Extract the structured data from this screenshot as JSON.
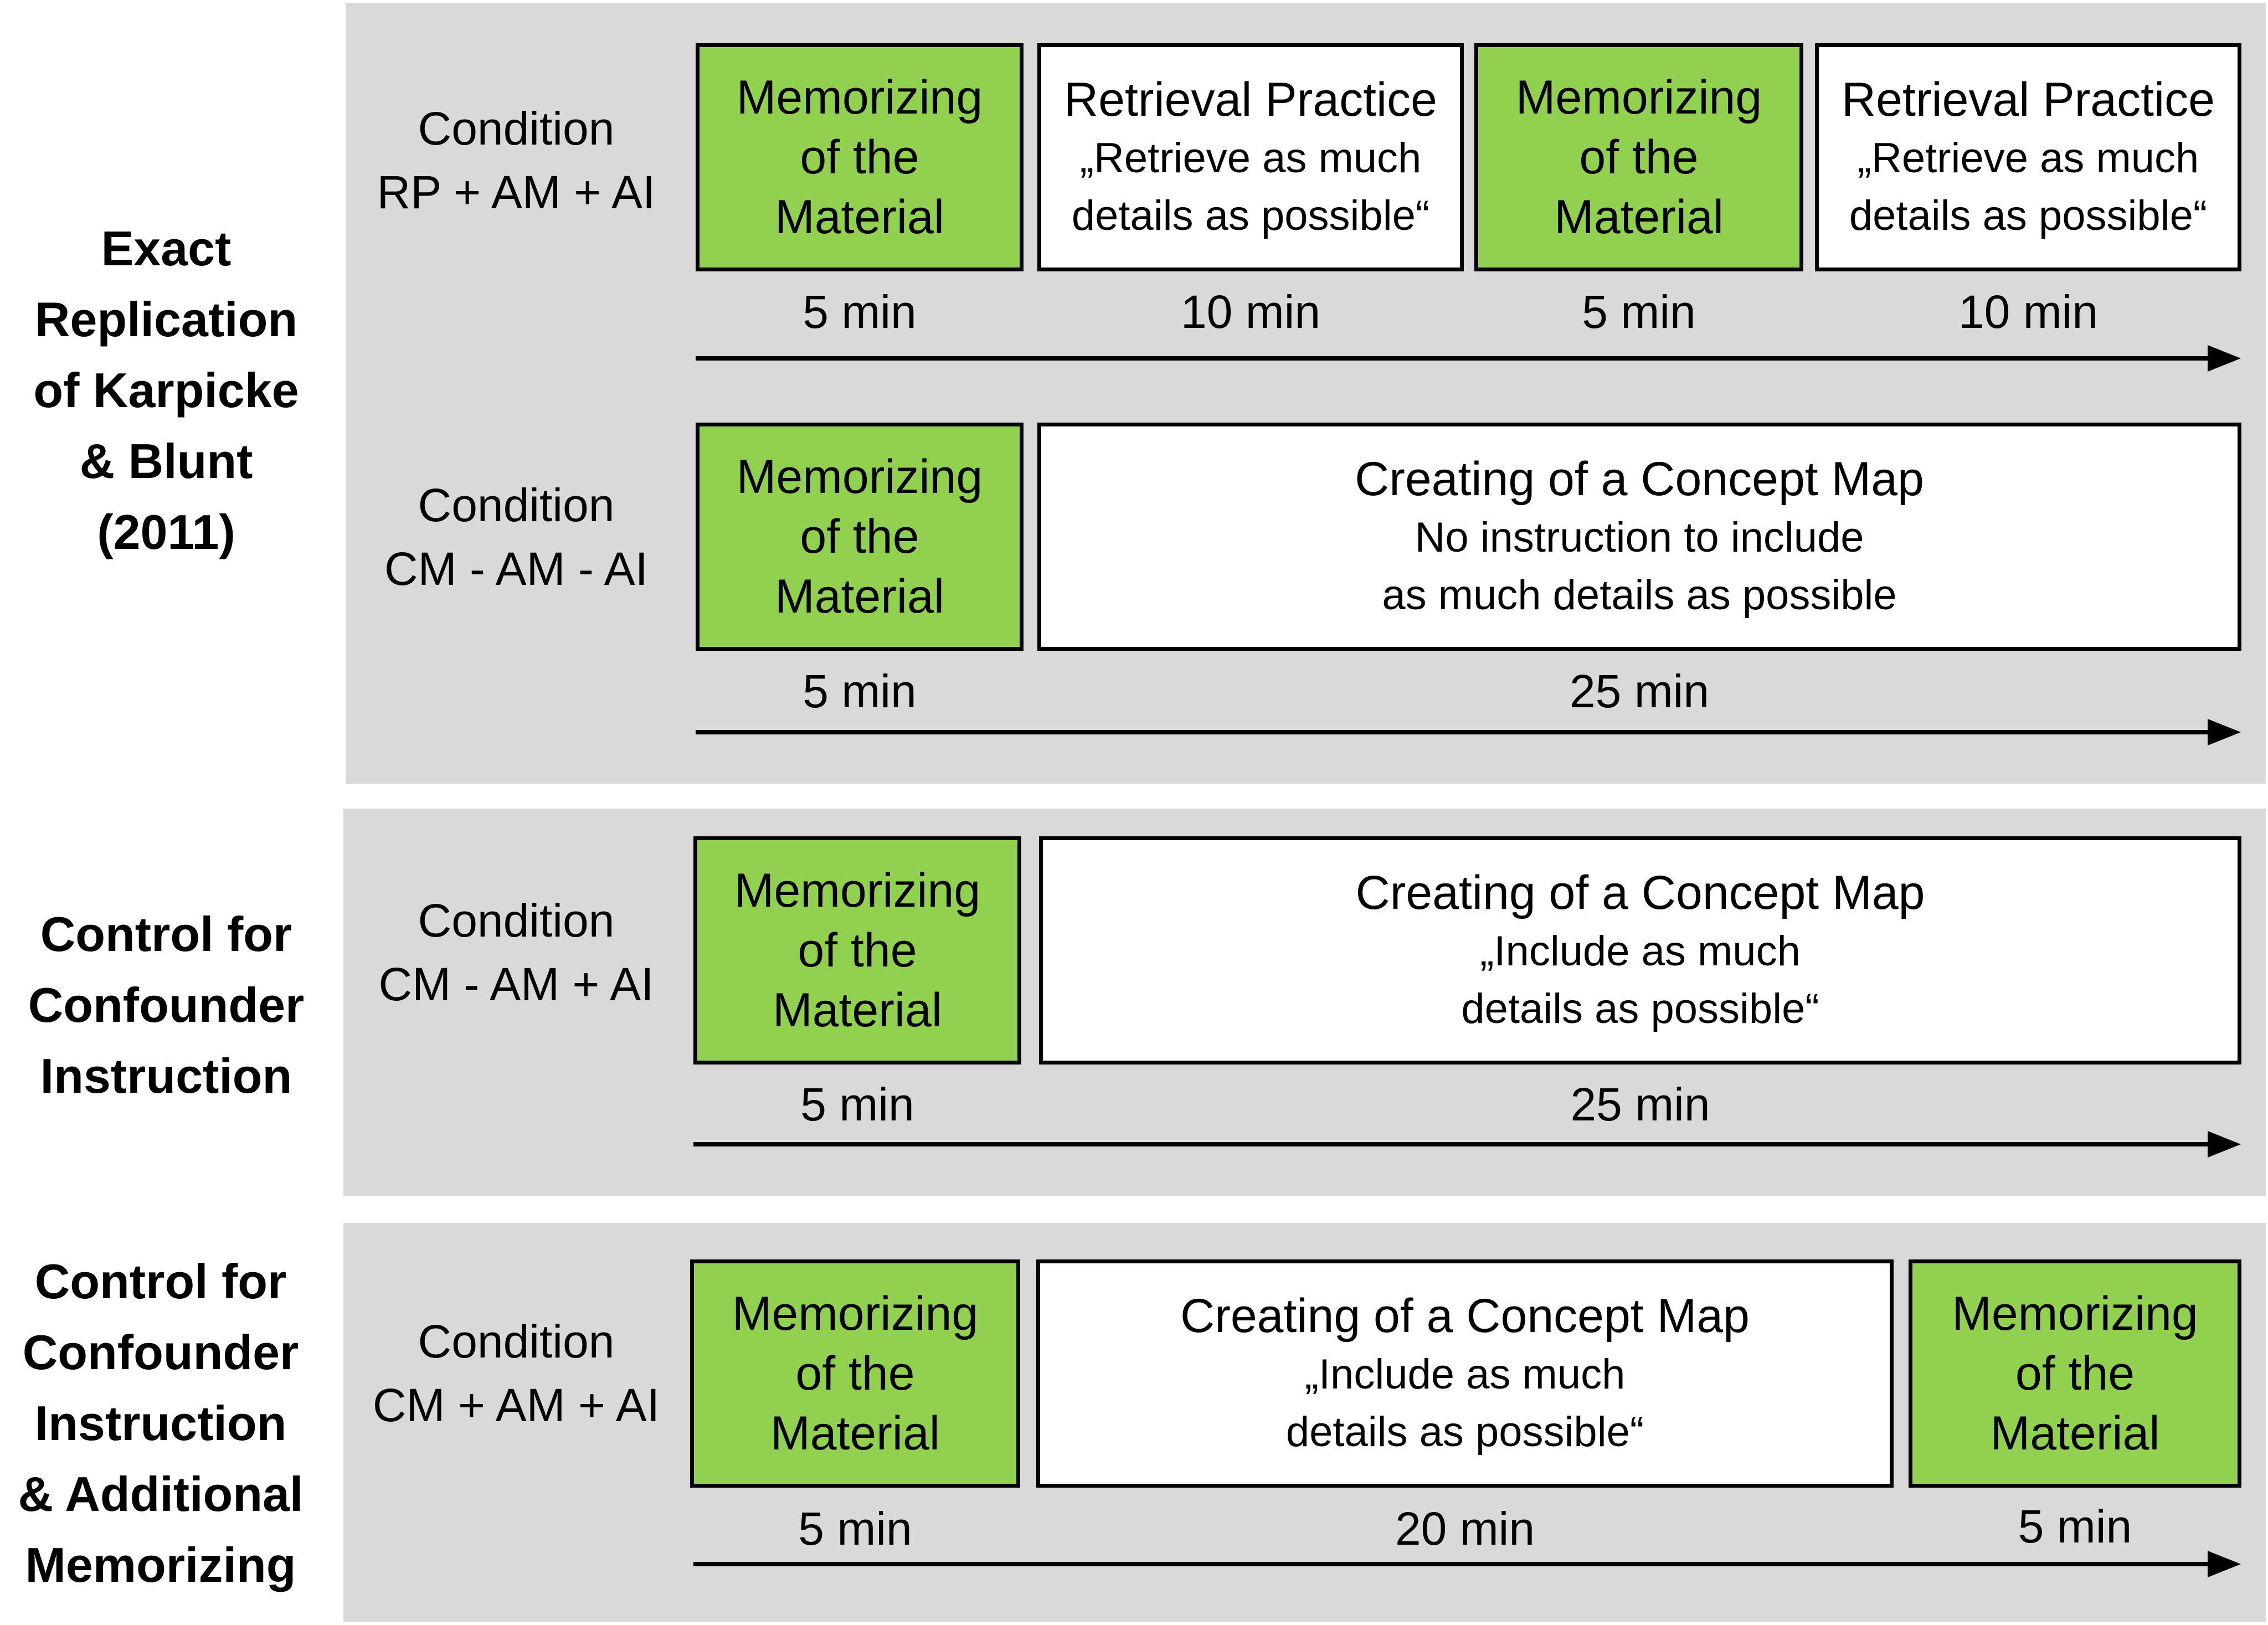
{
  "colors": {
    "panel": "#d9d9d9",
    "memorize_fill": "#92d050",
    "white_fill": "#ffffff",
    "border": "#000000"
  },
  "groups": [
    {
      "label_lines": [
        "Exact",
        "Replication",
        "of Karpicke",
        "& Blunt",
        "(2011)"
      ]
    },
    {
      "label_lines": [
        "Control for",
        "Confounder",
        "Instruction"
      ]
    },
    {
      "label_lines": [
        "Control for",
        "Confounder",
        "Instruction",
        "& Additional",
        "Memorizing"
      ]
    }
  ],
  "conditions": [
    {
      "label_lines": [
        "Condition",
        "RP + AM + AI"
      ],
      "steps": [
        {
          "kind": "memorize",
          "lines": [
            "Memorizing",
            "of the",
            "Material"
          ],
          "duration": "5 min"
        },
        {
          "kind": "activity",
          "title": "Retrieval Practice",
          "lines": [
            "„Retrieve as much",
            "details as possible“"
          ],
          "duration": "10 min"
        },
        {
          "kind": "memorize",
          "lines": [
            "Memorizing",
            "of the",
            "Material"
          ],
          "duration": "5 min"
        },
        {
          "kind": "activity",
          "title": "Retrieval Practice",
          "lines": [
            "„Retrieve as much",
            "details as possible“"
          ],
          "duration": "10 min"
        }
      ]
    },
    {
      "label_lines": [
        "Condition",
        "CM - AM - AI"
      ],
      "steps": [
        {
          "kind": "memorize",
          "lines": [
            "Memorizing",
            "of the",
            "Material"
          ],
          "duration": "5 min"
        },
        {
          "kind": "activity",
          "title": "Creating of a Concept Map",
          "lines": [
            "No instruction to include",
            "as much details as possible"
          ],
          "duration": "25 min"
        }
      ]
    },
    {
      "label_lines": [
        "Condition",
        "CM - AM + AI"
      ],
      "steps": [
        {
          "kind": "memorize",
          "lines": [
            "Memorizing",
            "of the",
            "Material"
          ],
          "duration": "5 min"
        },
        {
          "kind": "activity",
          "title": "Creating of a Concept Map",
          "lines": [
            "„Include as much",
            "details as possible“"
          ],
          "duration": "25 min"
        }
      ]
    },
    {
      "label_lines": [
        "Condition",
        "CM + AM + AI"
      ],
      "steps": [
        {
          "kind": "memorize",
          "lines": [
            "Memorizing",
            "of the",
            "Material"
          ],
          "duration": "5 min"
        },
        {
          "kind": "activity",
          "title": "Creating of a Concept Map",
          "lines": [
            "„Include as much",
            "details as possible“"
          ],
          "duration": "20 min"
        },
        {
          "kind": "memorize",
          "lines": [
            "Memorizing",
            "of the",
            "Material"
          ],
          "duration": "5 min"
        }
      ]
    }
  ]
}
